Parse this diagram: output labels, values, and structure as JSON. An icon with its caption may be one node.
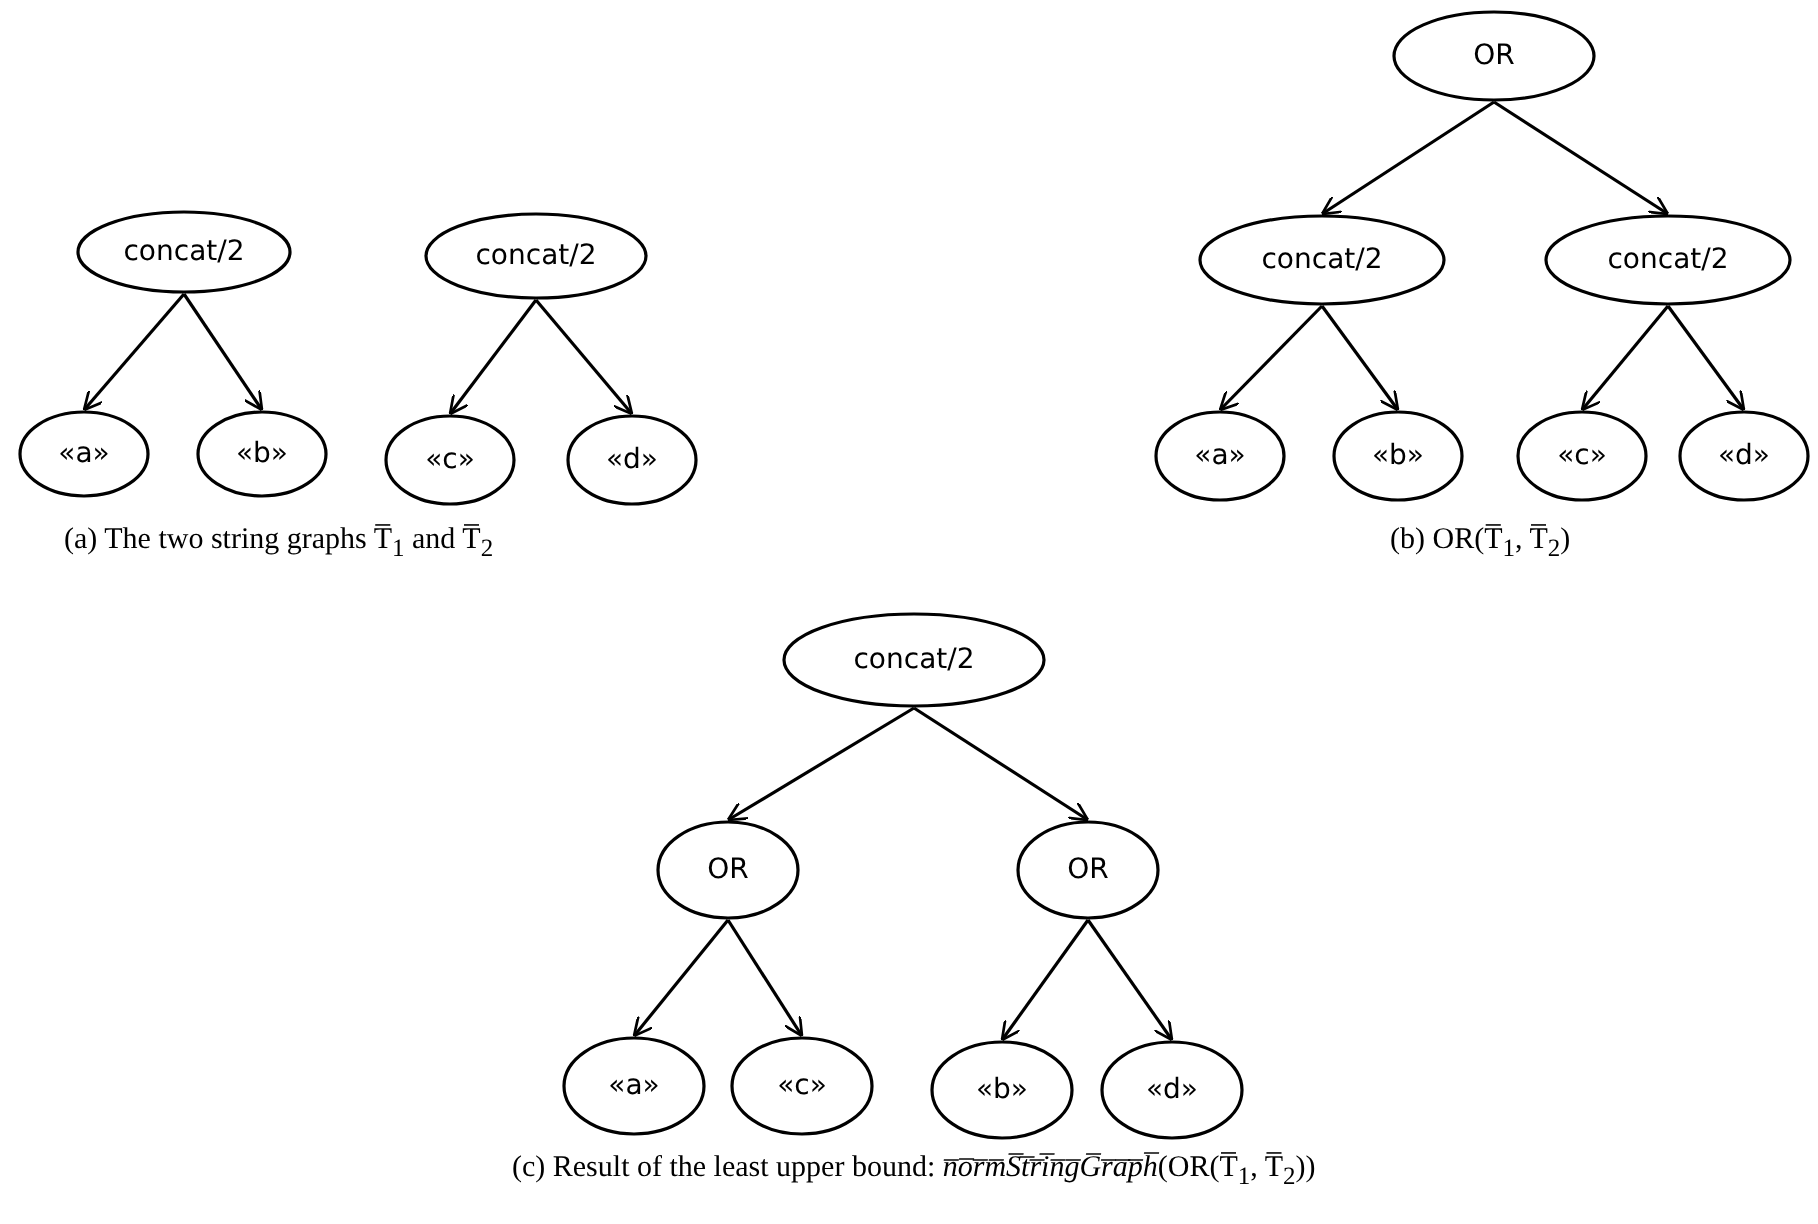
{
  "diagram": {
    "nodes": [
      {
        "text": [
          "concat/2"
        ]
      },
      {
        "text": [
          "«a»"
        ]
      },
      {
        "text": [
          "«b»"
        ]
      },
      {
        "text": [
          "concat/2"
        ]
      },
      {
        "text": [
          "«c»"
        ]
      },
      {
        "text": [
          "«d»"
        ]
      },
      {
        "text": [
          "OR"
        ]
      },
      {
        "text": [
          "concat/2"
        ]
      },
      {
        "text": [
          "concat/2"
        ]
      },
      {
        "text": [
          "«a»"
        ]
      },
      {
        "text": [
          "«b»"
        ]
      },
      {
        "text": [
          "«c»"
        ]
      },
      {
        "text": [
          "«d»"
        ]
      },
      {
        "text": [
          "concat/2"
        ]
      },
      {
        "text": [
          "OR"
        ]
      },
      {
        "text": [
          "OR"
        ]
      },
      {
        "text": [
          "«a»"
        ]
      },
      {
        "text": [
          "«c»"
        ]
      },
      {
        "text": [
          "«b»"
        ]
      },
      {
        "text": [
          "«d»"
        ]
      }
    ],
    "edges": [
      {
        "from": 0,
        "to": 1,
        "arrow": "to"
      },
      {
        "from": 0,
        "to": 2,
        "arrow": "to"
      },
      {
        "from": 3,
        "to": 4,
        "arrow": "to"
      },
      {
        "from": 3,
        "to": 5,
        "arrow": "to"
      },
      {
        "from": 6,
        "to": 7,
        "arrow": "to"
      },
      {
        "from": 6,
        "to": 8,
        "arrow": "to"
      },
      {
        "from": 7,
        "to": 9,
        "arrow": "to"
      },
      {
        "from": 7,
        "to": 10,
        "arrow": "to"
      },
      {
        "from": 8,
        "to": 11,
        "arrow": "to"
      },
      {
        "from": 8,
        "to": 12,
        "arrow": "to"
      },
      {
        "from": 13,
        "to": 14,
        "arrow": "to"
      },
      {
        "from": 13,
        "to": 15,
        "arrow": "to"
      },
      {
        "from": 14,
        "to": 16,
        "arrow": "to"
      },
      {
        "from": 14,
        "to": 17,
        "arrow": "to"
      },
      {
        "from": 15,
        "to": 18,
        "arrow": "to"
      },
      {
        "from": 15,
        "to": 19,
        "arrow": "to"
      }
    ],
    "labels": [
      "(a) The two string graphs T̅$_{1}$ and T̅$_{2}$",
      "(b) OR(T̅$_{1}$, T̅$_{2}$)",
      "(c) Result of the least upper bound: *n̅o̅r̅m̅S̅t̅r̅i̅n̅g̅G̅r̅a̅p̅h̅*(OR(T̅$_{1}$, T̅$_{2}$))"
    ]
  }
}
